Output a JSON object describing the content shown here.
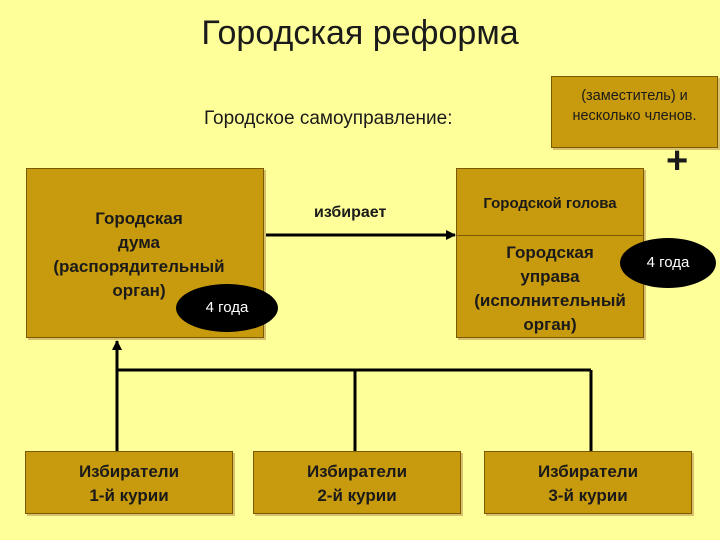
{
  "title": "Городская реформа",
  "subtitle": "Городское самоуправление:",
  "note": {
    "line1": "(заместитель) и",
    "line2": "несколько членов."
  },
  "plus_sign": "+",
  "duma": {
    "line1": "Городская",
    "line2": "дума",
    "line3": "(распорядительный",
    "line4": "орган)"
  },
  "duma_term": "4 года",
  "arrow_label": "избирает",
  "golova": "Городской голова",
  "uprava": {
    "line1": "Городская",
    "line2": "управа",
    "line3": "(исполнительный",
    "line4": "орган)"
  },
  "uprava_term": "4 года",
  "voters": [
    {
      "line1": "Избиратели",
      "line2": "1-й курии"
    },
    {
      "line1": "Избиратели",
      "line2": "2-й курии"
    },
    {
      "line1": "Избиратели",
      "line2": "3-й курии"
    }
  ],
  "colors": {
    "background": "#ffff99",
    "box_fill": "#c89a0d",
    "badge": "#000000",
    "line": "#000000"
  }
}
